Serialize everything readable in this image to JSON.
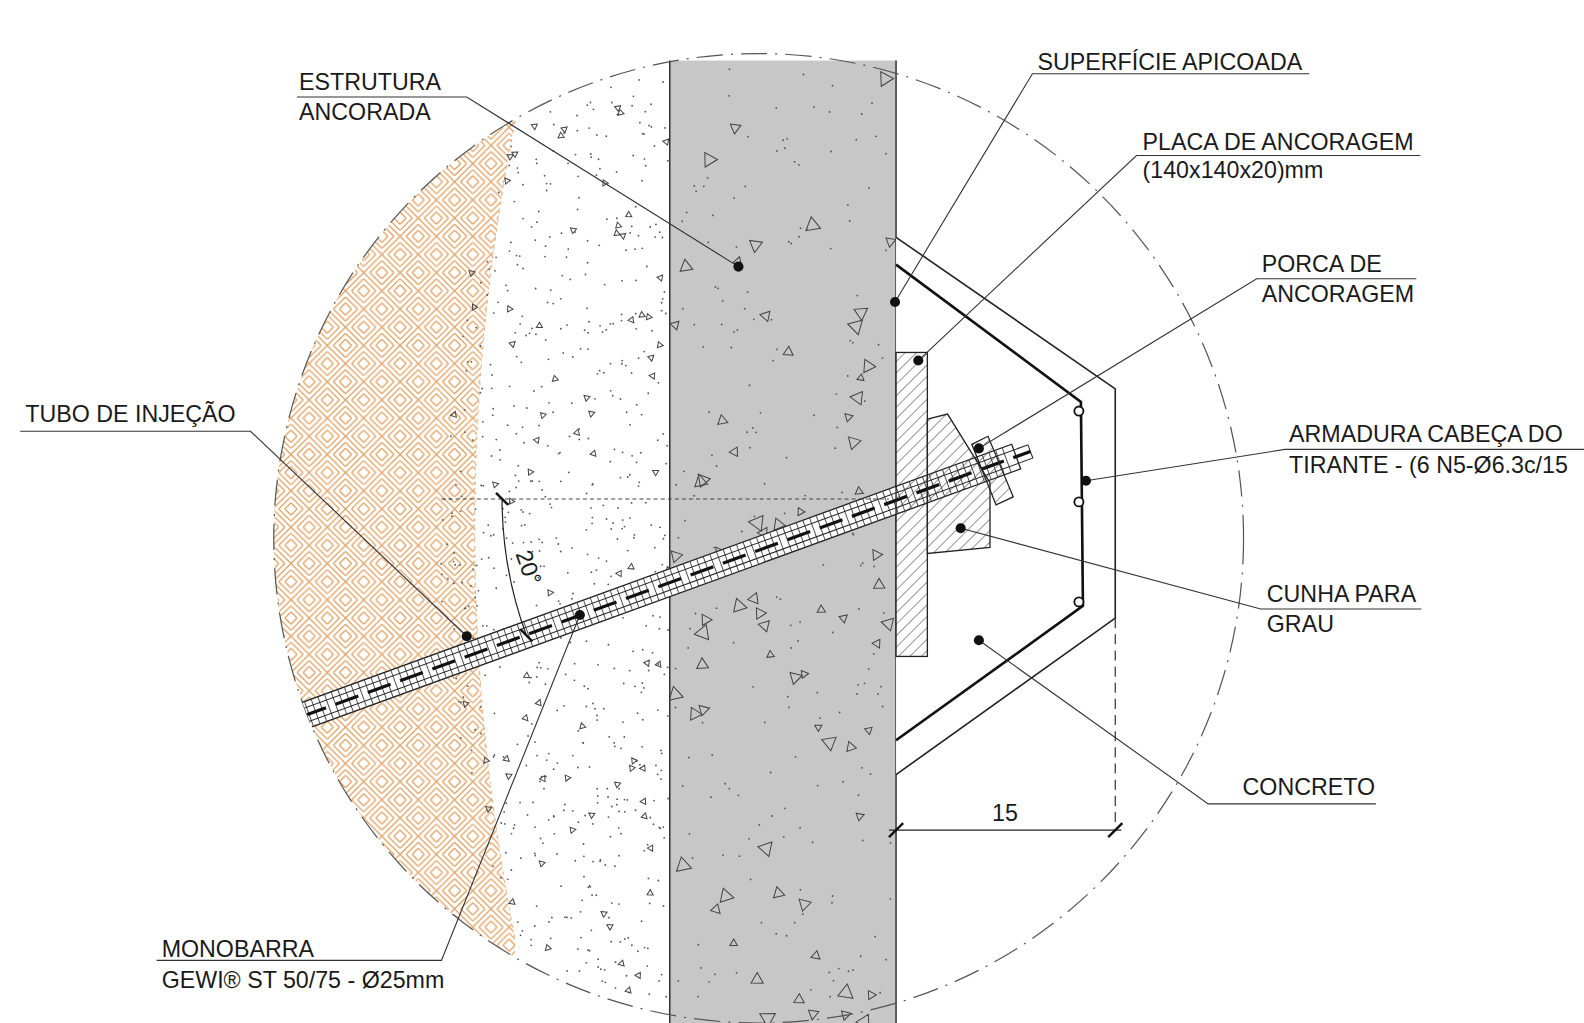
{
  "diagram": {
    "labels": [
      "ESTRUTURA ANCORADA",
      "SUPERFÍCIE APICOADA",
      "PLACA DE ANCORAGEM",
      "(140x140x20)mm",
      "PORCA DE ANCORAGEM",
      "ARMADURA CABEÇA DO TIRANTE - (6 N5-Ø6.3c/15",
      "CUNHA PARA GRAU",
      "CONCRETO",
      "TUBO DE INJEÇÃO",
      "MONOBARRA",
      "GEWI® ST 50/75 - Ø25mm",
      "20°",
      "15"
    ]
  }
}
